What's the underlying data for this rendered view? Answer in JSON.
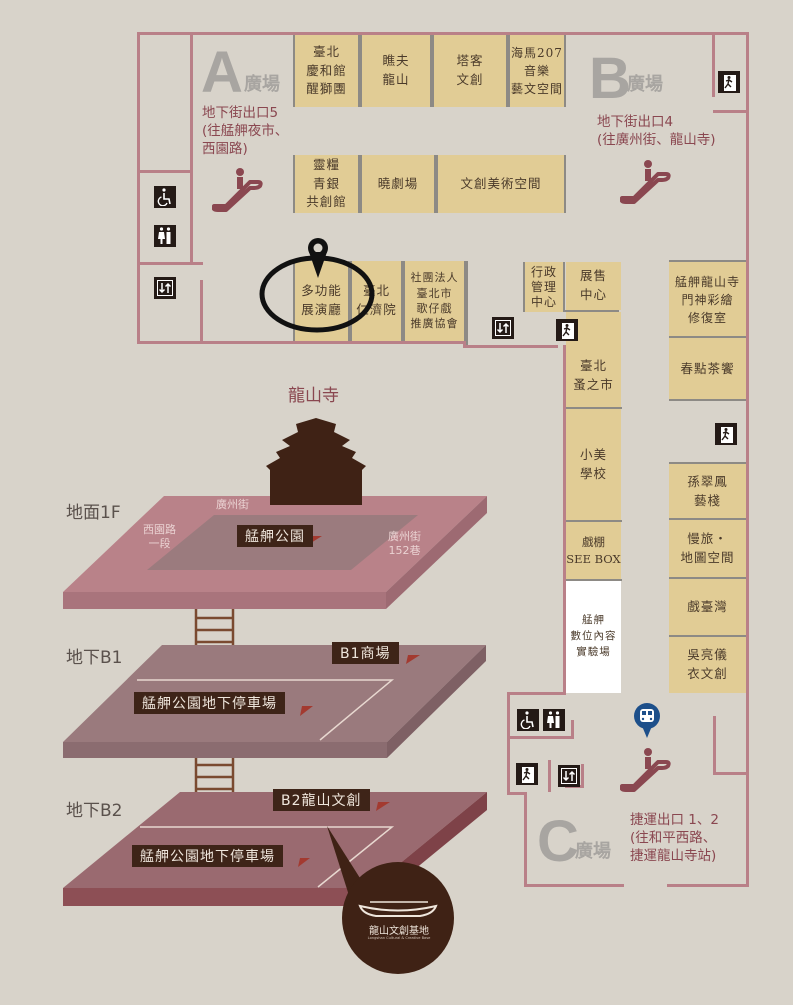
{
  "colors": {
    "background": "#d8d3ca",
    "wall": "#b98088",
    "booth": "#e1cc95",
    "divider": "#8d8a85",
    "exit_text": "#8a4750",
    "dark": "#3e2418",
    "metro": "#1d4f8a"
  },
  "plazas": {
    "a": {
      "letter": "A",
      "word": "廣場",
      "exit": "地下街出口5\n(往艋舺夜市、\n西園路)"
    },
    "b": {
      "letter": "B",
      "word": "廣場",
      "exit": "地下街出口4\n(往廣州街、龍山寺)"
    },
    "c": {
      "letter": "C",
      "word": "廣場",
      "exit": "捷運出口 1、2\n(往和平西路、\n捷運龍山寺站)"
    }
  },
  "booths": {
    "top_row": [
      "臺北\n慶和館\n醒獅團",
      "瞧夫\n龍山",
      "塔客\n文創",
      "海馬207\n音樂\n藝文空間"
    ],
    "second_row": [
      "靈糧\n青銀\n共創館",
      "曉劇場",
      "文創美術空間"
    ],
    "third_row": [
      "多功能\n展演廳",
      "臺北\n仁濟院",
      "社團法人\n臺北市\n歌仔戲\n推廣協會"
    ],
    "middle_column": [
      "行政\n管理\n中心",
      "展售\n中心",
      "臺北\n蚤之市",
      "小美\n學校",
      "戲棚\nSEE BOX",
      "艋舺\n數位內容\n實驗場"
    ],
    "right_column": [
      "艋舺龍山寺\n門神彩繪\n修復室",
      "春點茶饗",
      "孫翠鳳\n藝棧",
      "慢旅・\n地圖空間",
      "戲臺灣",
      "吳亮儀\n衣文創"
    ]
  },
  "highlight": {
    "target": "多功能\n展演廳",
    "marker_icon": "location-pin-icon"
  },
  "icons": {
    "accessible": "wheelchair-icon",
    "restroom": "restroom-icon",
    "elevator": "elevator-icon",
    "exit": "emergency-exit-icon",
    "escalator": "escalator-icon",
    "metro": "metro-icon"
  },
  "cross_section": {
    "temple_title": "龍山寺",
    "floors": [
      {
        "label": "地面1F",
        "tags": [
          "艋舺公園"
        ],
        "streets": [
          "廣州街",
          "西園路\n一段",
          "廣州街\n152巷"
        ]
      },
      {
        "label": "地下B1",
        "tags": [
          "B1商場",
          "艋舺公園地下停車場"
        ]
      },
      {
        "label": "地下B2",
        "tags": [
          "B2龍山文創",
          "艋舺公園地下停車場"
        ]
      }
    ],
    "logo": {
      "name": "龍山文創基地",
      "subtitle": "Longshan Cultural & Creative Base"
    }
  }
}
